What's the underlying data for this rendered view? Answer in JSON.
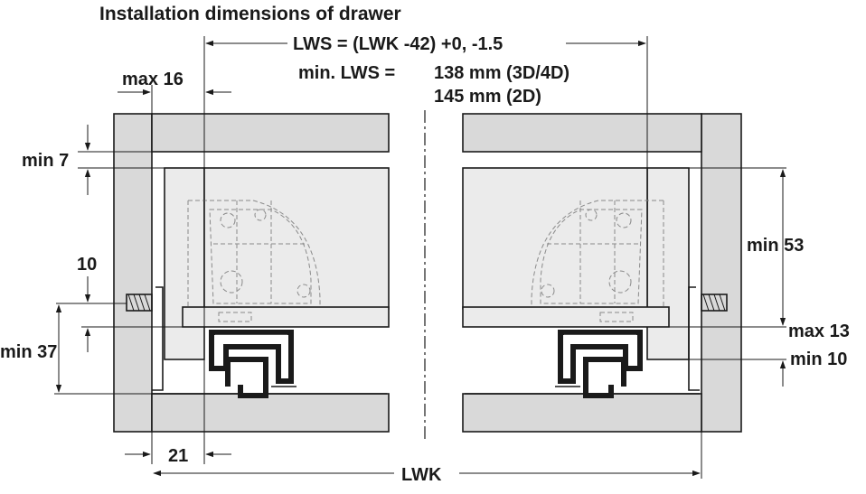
{
  "title": "Installation dimensions of drawer",
  "formula": {
    "lws": "LWS = (LWK -42) +0, -1.5",
    "min_lws_prefix": "min. LWS =",
    "min_lws_3d4d": "138 mm (3D/4D)",
    "min_lws_2d": "145 mm (2D)"
  },
  "dimensions": {
    "max16": "max 16",
    "min7": "min 7",
    "ten": "10",
    "min37": "min 37",
    "twentyone": "21",
    "lwk": "LWK",
    "min53": "min 53",
    "max13": "max 13",
    "min10": "min 10"
  },
  "colors": {
    "cabinet": "#d9d9d9",
    "drawer": "#ebebeb",
    "line": "#1a1a1a"
  }
}
